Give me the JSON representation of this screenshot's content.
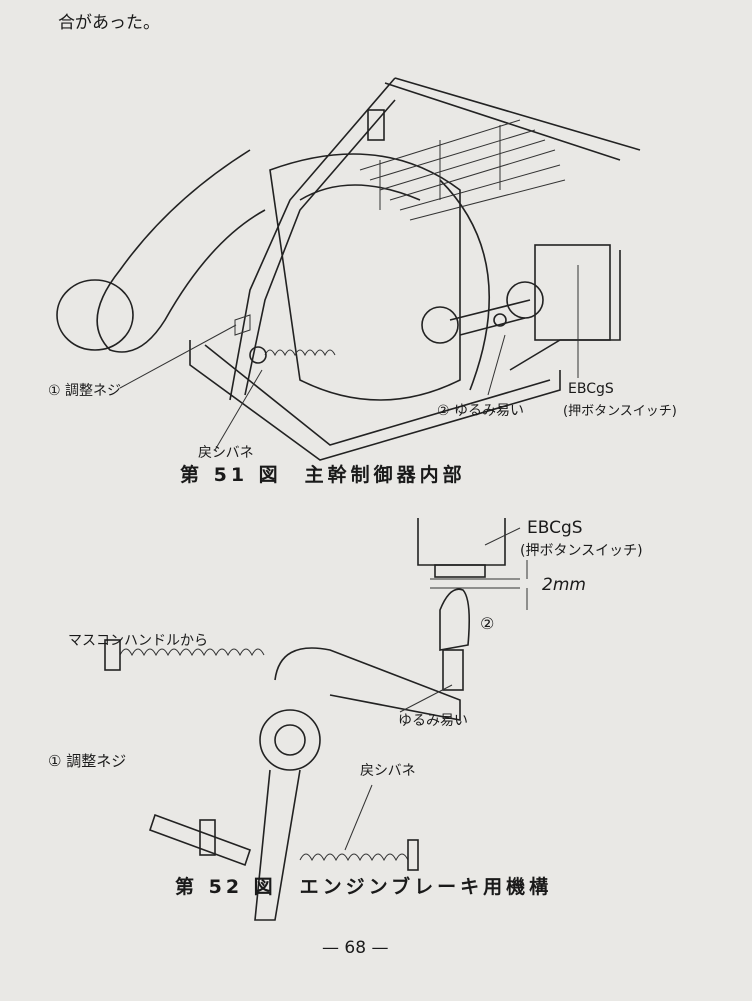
{
  "text": {
    "lead": "合があった。"
  },
  "figure51": {
    "caption": "第 51 図　主幹制御器内部",
    "labels": {
      "adjust_screw": "① 調整ネジ",
      "return_spring": "戻シバネ",
      "loosens": "② ゆるみ易い",
      "switch_name": "EBCgS",
      "switch_desc": "(押ボタンスイッチ)"
    }
  },
  "figure52": {
    "caption": "第 52 図　エンジンブレーキ用機構",
    "labels": {
      "switch_name": "EBCgS",
      "switch_desc": "(押ボタンスイッチ)",
      "gap": "2mm",
      "marker2": "②",
      "from_handle": "マスコンハンドルから",
      "loosens": "ゆるみ易い",
      "adjust_screw": "① 調整ネジ",
      "return_spring": "戻シバネ"
    }
  },
  "page_number": "— 68 —"
}
